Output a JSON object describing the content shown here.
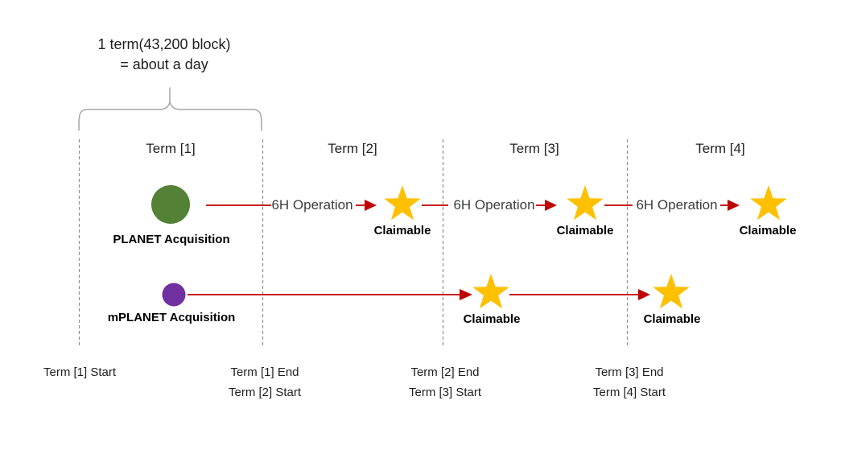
{
  "title": {
    "line1": "1 term(43,200 block)",
    "line2": "= about a day"
  },
  "terms": [
    {
      "label": "Term [1]"
    },
    {
      "label": "Term [2]"
    },
    {
      "label": "Term [3]"
    },
    {
      "label": "Term [4]"
    }
  ],
  "tracks": [
    {
      "label": "PLANET Acquisition"
    },
    {
      "label": "mPLANET Acquisition"
    }
  ],
  "labels": {
    "operation": "6H Operation",
    "claimable": "Claimable"
  },
  "milestones": [
    {
      "lines": [
        "Term [1] Start"
      ]
    },
    {
      "lines": [
        "Term [1] End",
        "Term [2] Start"
      ]
    },
    {
      "lines": [
        "Term [2] End",
        "Term [3] Start"
      ]
    },
    {
      "lines": [
        "Term [3] End",
        "Term [4] Start"
      ]
    }
  ],
  "colors": {
    "arrow": "#C00000",
    "star": "#FFC000",
    "planet_circle": "#538135",
    "mplanet_circle": "#7030A0",
    "guide_line": "#909090",
    "brace": "#A6A6A6",
    "text_primary": "#212121",
    "text_secondary": "#3D3D3D"
  }
}
